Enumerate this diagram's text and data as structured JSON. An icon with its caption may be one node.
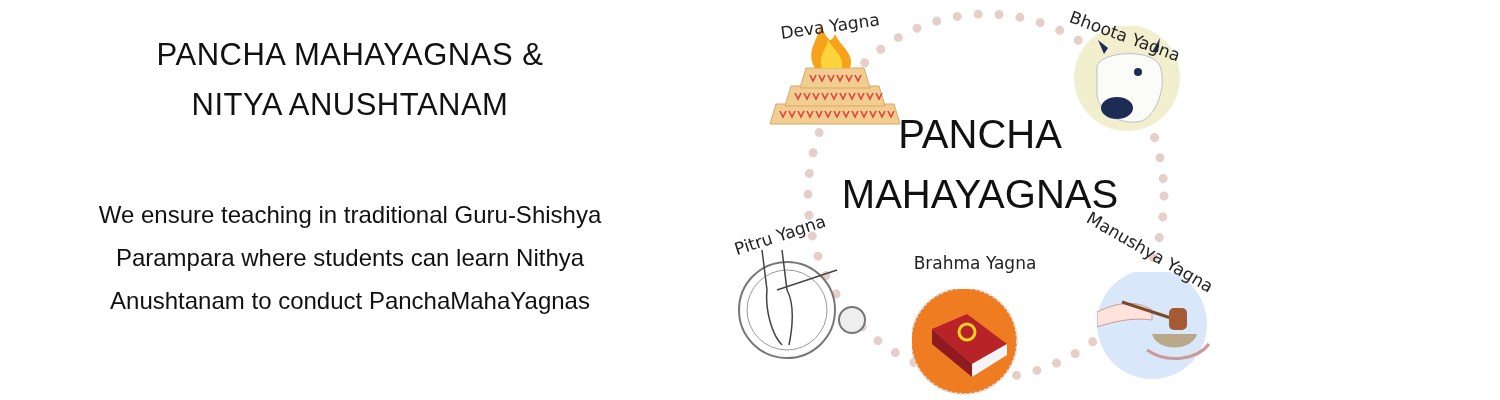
{
  "diagram": {
    "title": "PANCHA MAHAYAGNAS & NITYA ANUSHTANAM",
    "nodes": [
      {
        "text": [
          "Deva Yagna"
        ]
      },
      {
        "text": [
          "Bhoota Yagna"
        ]
      },
      {
        "text": [
          "Pitru Yagna"
        ]
      },
      {
        "text": [
          "Brahma Yagna"
        ]
      },
      {
        "text": [
          "Manushya Yagna"
        ]
      }
    ],
    "labels": [
      "We ensure teaching in traditional Guru-Shishya Parampara where students can learn Nithya Anushtanam to conduct PanchaMahaYagnas",
      "PANCHA MAHAYAGNAS"
    ]
  }
}
